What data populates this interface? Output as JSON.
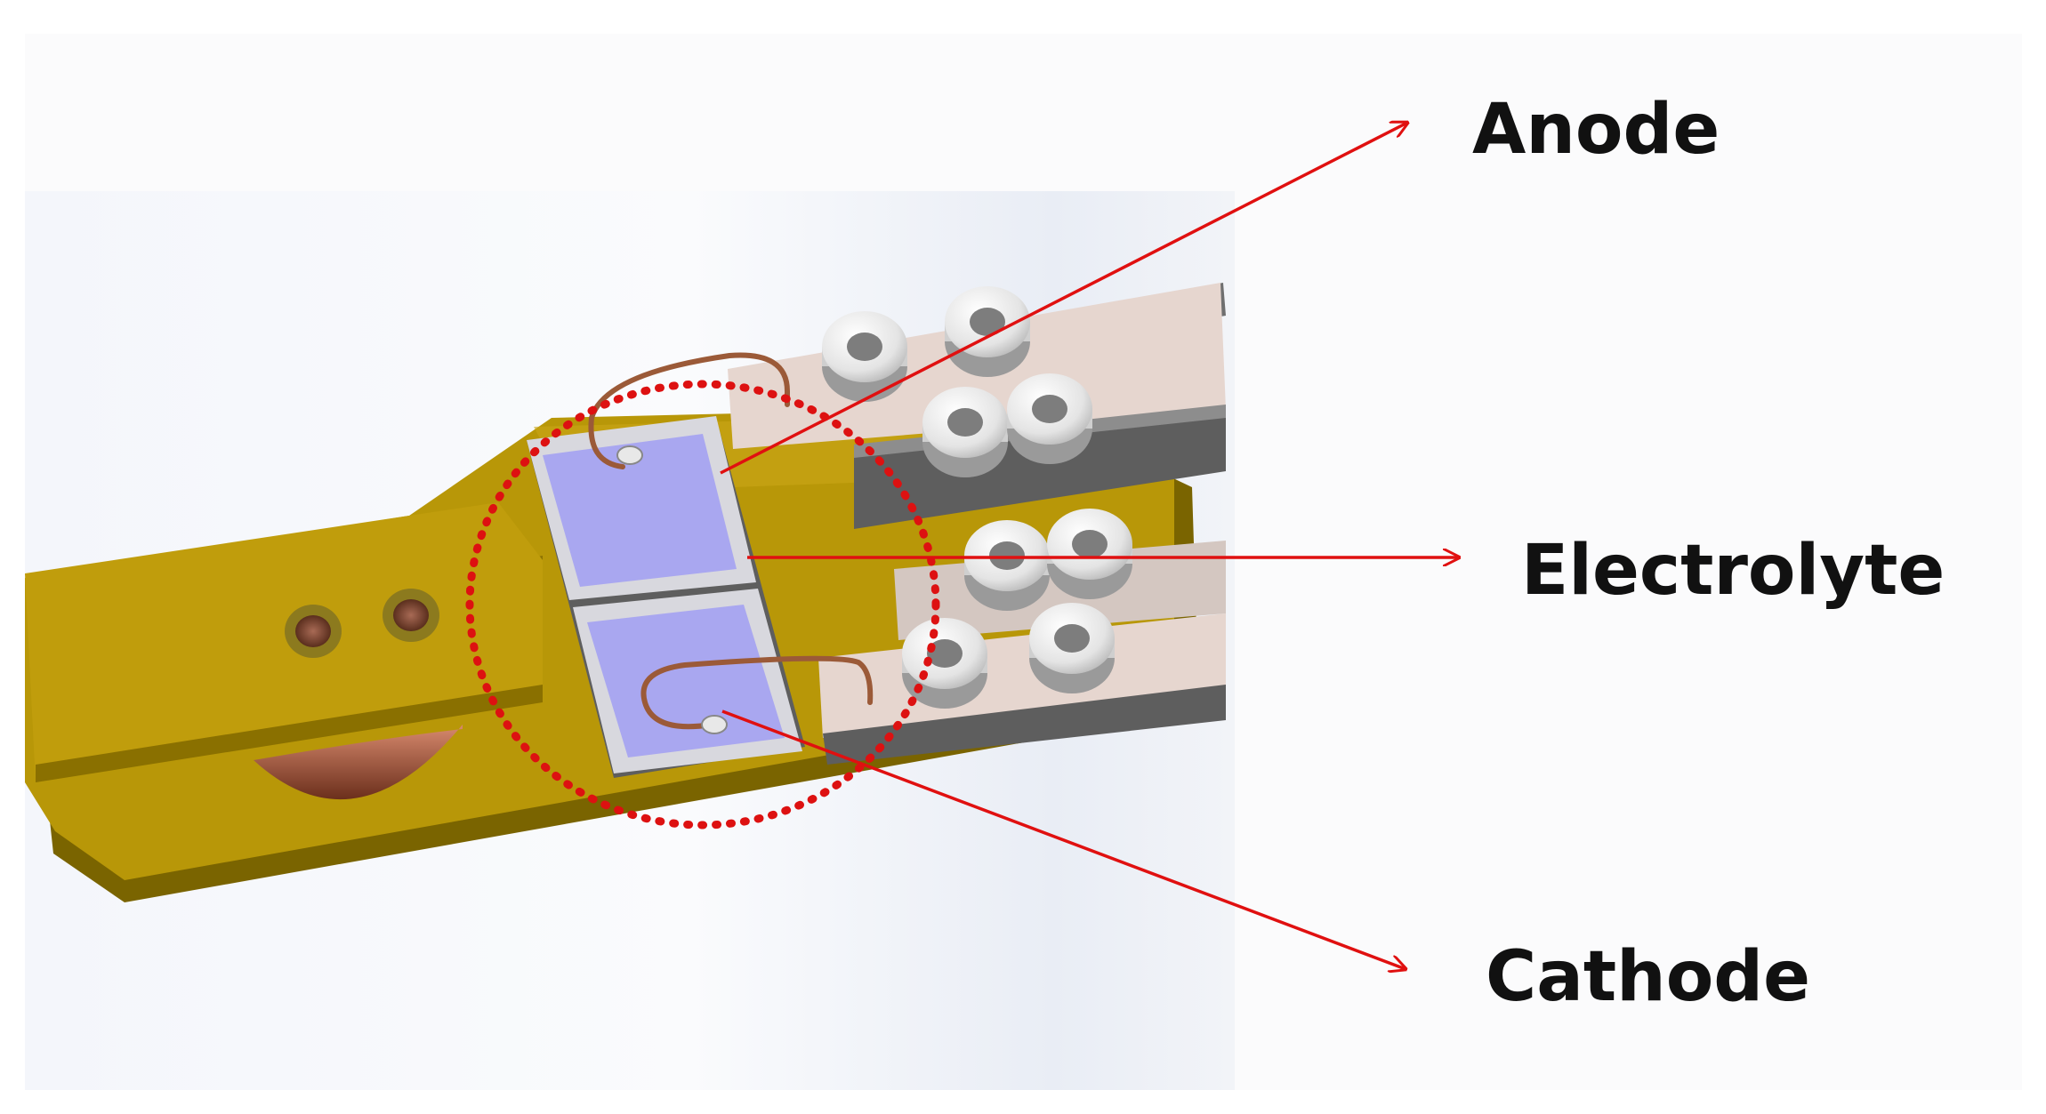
{
  "labels": {
    "anode": "Anode",
    "electrolyte": "Electrolyte",
    "cathode": "Cathode"
  },
  "colors": {
    "board": "#b89708",
    "board_edge": "#7a6400",
    "cell_fill": "#a9a7f0",
    "cell_frame": "#d8d8de",
    "connector_block": "#e6d6cf",
    "connector_base": "#6f6f6f",
    "arrow": "#e01010",
    "highlight_circle": "#dd1111",
    "wire": "#9b5a38",
    "label_text": "#111111"
  },
  "icons": {
    "board": "pcb-board-shape",
    "cell": "thin-film-battery-cell",
    "terminal": "ring-terminal",
    "highlight": "dotted-circle"
  }
}
